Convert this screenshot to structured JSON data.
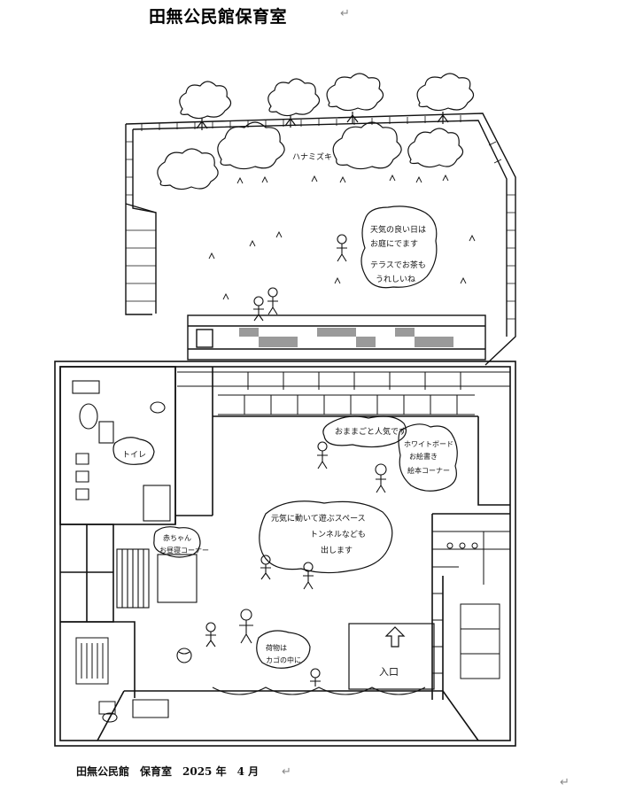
{
  "document": {
    "title": "田無公民館保育室",
    "footer": "田無公民館　保育室　2025 年　4 月",
    "return_mark": "↵"
  },
  "plan_labels": {
    "tree_label": "ハナミズキ",
    "terrace_note": [
      "天気の良い日は",
      "お庭にでます",
      "テラスでお茶も",
      "うれしいね"
    ],
    "mama_note": "おままごと人気です",
    "whiteboard_note": [
      "ホワイトボード",
      "お絵書き",
      "絵本コーナー"
    ],
    "toilet_label": "トイレ",
    "baby_note": [
      "赤ちゃん",
      "お昼寝コーナー"
    ],
    "play_note": [
      "元気に動いて遊ぶスペース",
      "トンネルなども",
      "出します"
    ],
    "luggage_note": [
      "荷物は",
      "カゴの中に"
    ],
    "entrance_label": "入口"
  }
}
